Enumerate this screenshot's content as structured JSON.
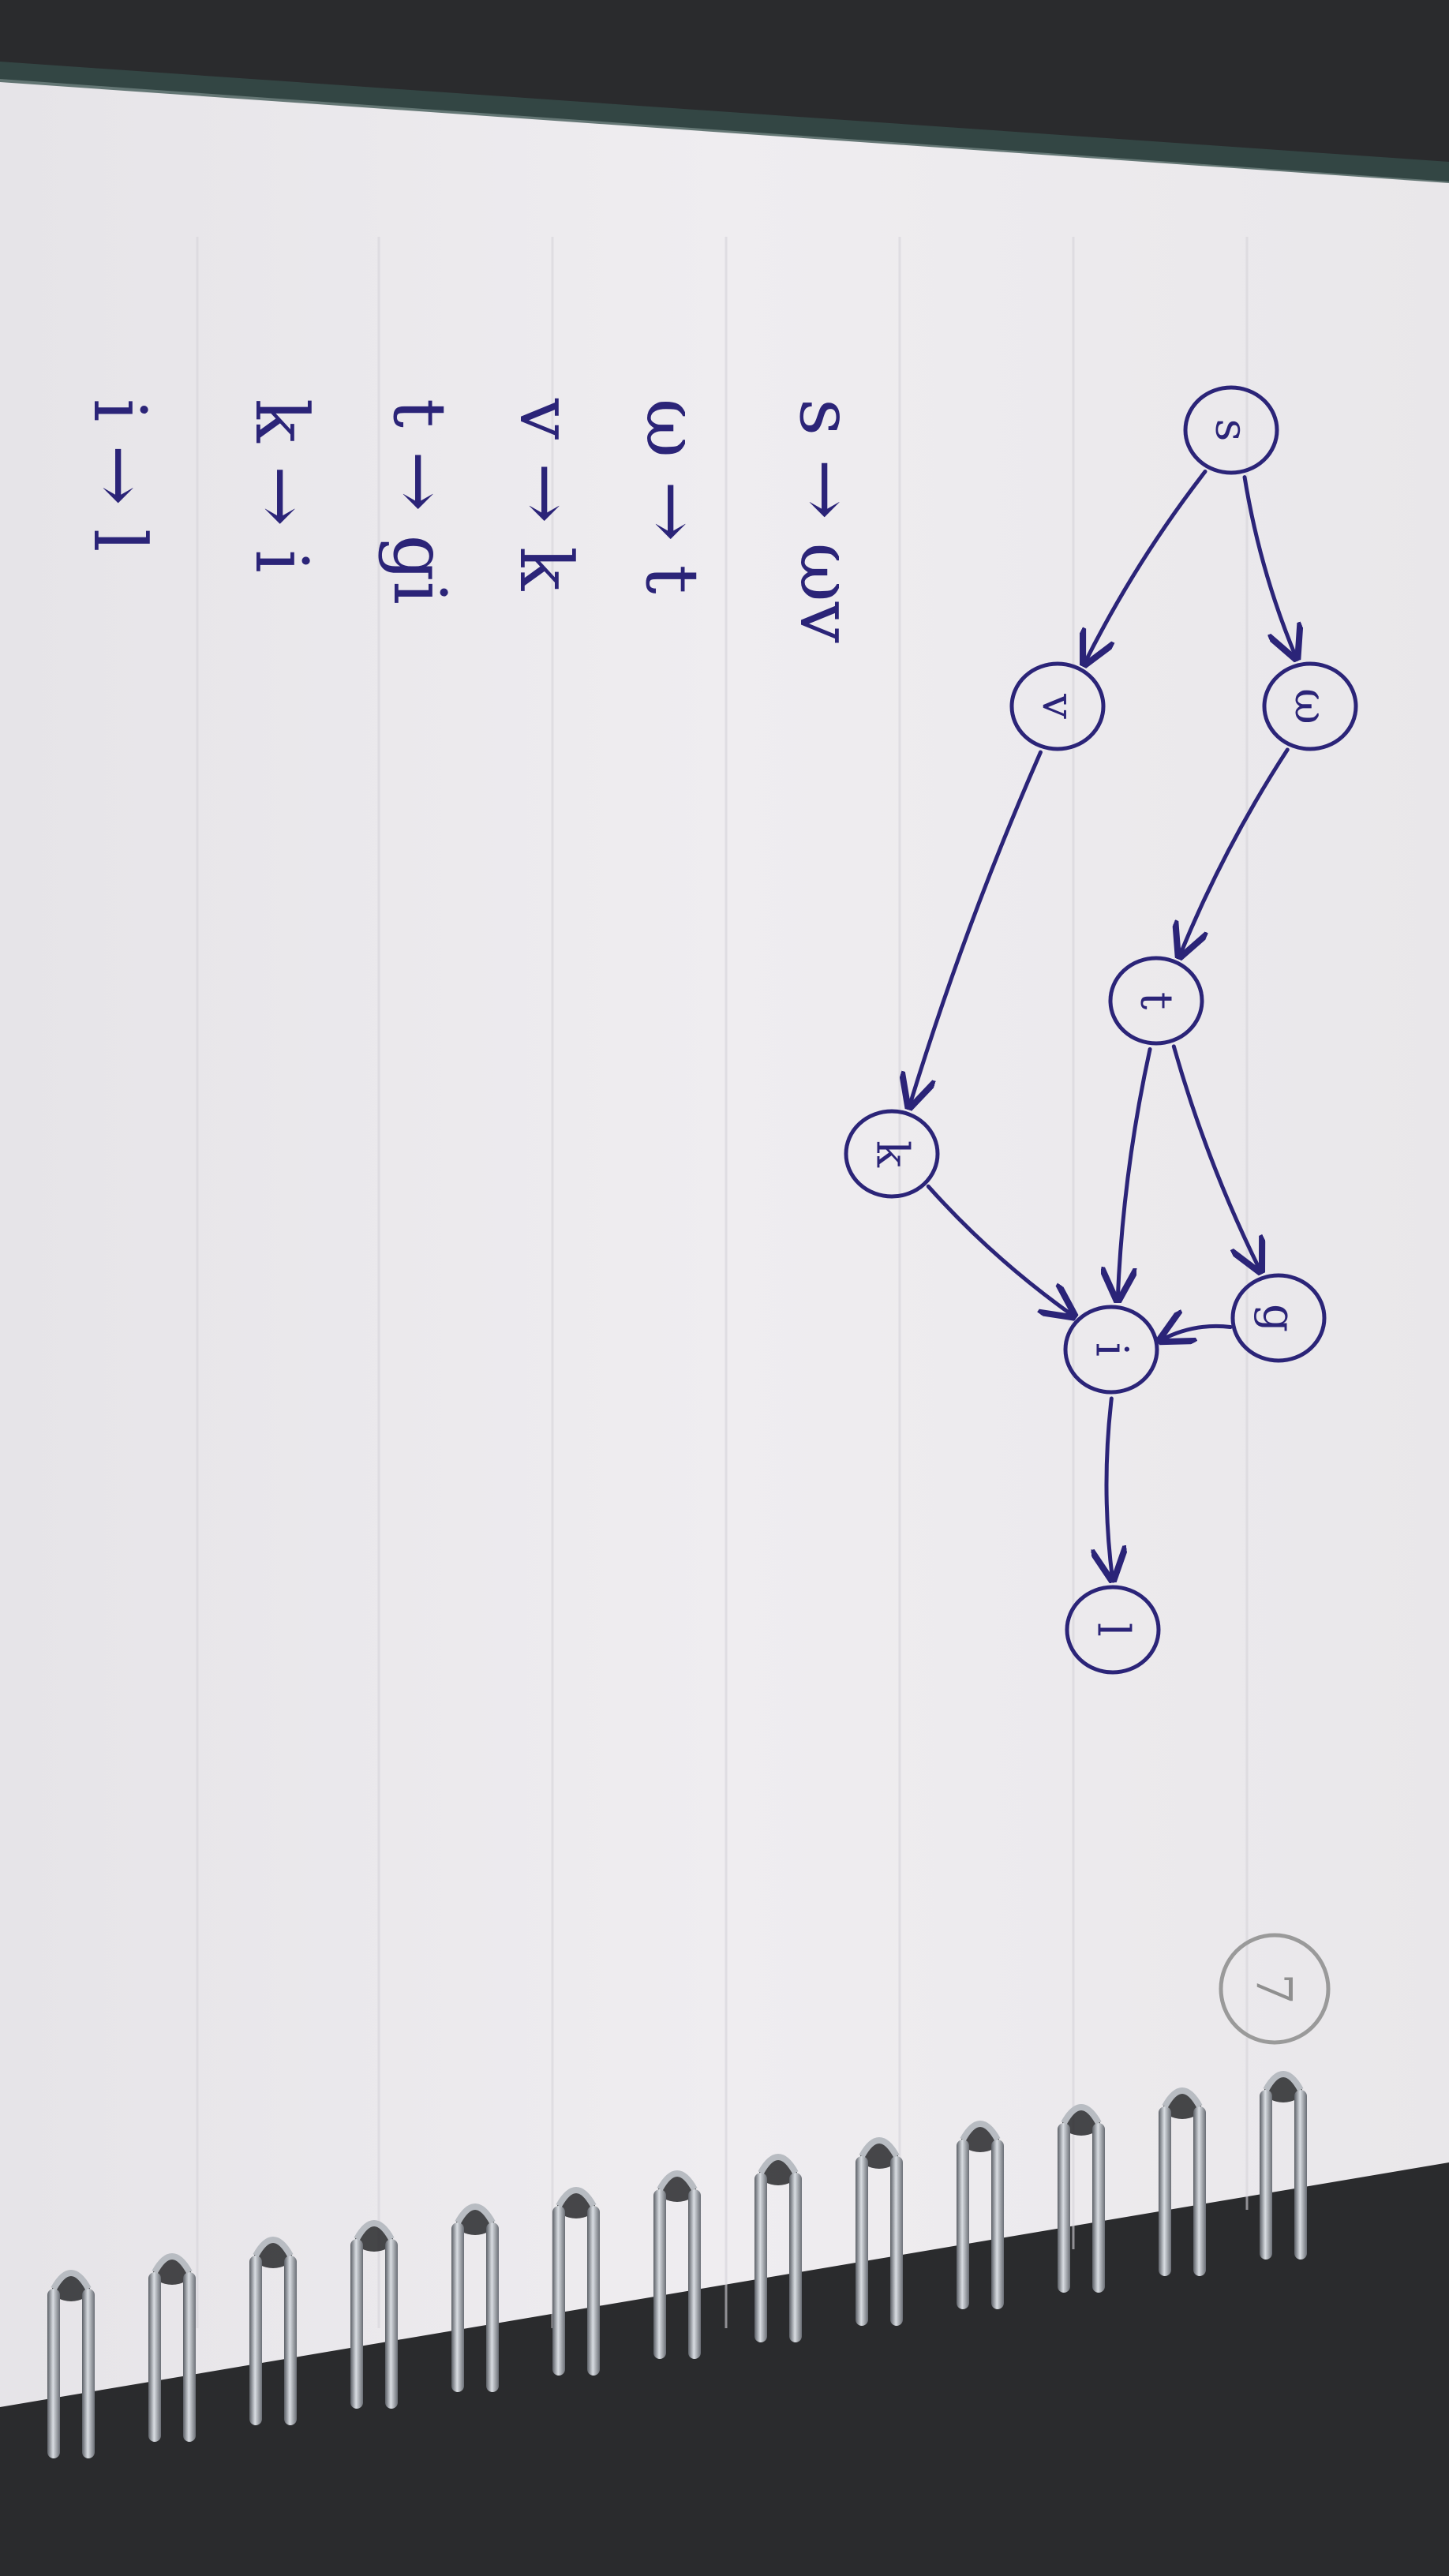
{
  "diagram": {
    "nodes": [
      {
        "id": "s",
        "label": "s"
      },
      {
        "id": "v",
        "label": "v"
      },
      {
        "id": "w",
        "label": "ω"
      },
      {
        "id": "t",
        "label": "t"
      },
      {
        "id": "k",
        "label": "k"
      },
      {
        "id": "g",
        "label": "g"
      },
      {
        "id": "i",
        "label": "i"
      },
      {
        "id": "l",
        "label": "l"
      }
    ],
    "edges": [
      {
        "from": "s",
        "to": "v"
      },
      {
        "from": "s",
        "to": "w"
      },
      {
        "from": "w",
        "to": "t"
      },
      {
        "from": "v",
        "to": "k"
      },
      {
        "from": "t",
        "to": "g"
      },
      {
        "from": "t",
        "to": "i"
      },
      {
        "from": "g",
        "to": "i"
      },
      {
        "from": "k",
        "to": "i"
      },
      {
        "from": "i",
        "to": "l"
      }
    ]
  },
  "rules": [
    {
      "text": "s → ωv"
    },
    {
      "text": "ω → t"
    },
    {
      "text": "v → k"
    },
    {
      "text": "t → gi"
    },
    {
      "text": "k → i"
    },
    {
      "text": "i → l"
    }
  ],
  "page_number": "7",
  "colors": {
    "ink": "#2b2478",
    "paper": "#eceaec",
    "background": "#2a2b2d",
    "pencil": "#8f8f8f"
  }
}
